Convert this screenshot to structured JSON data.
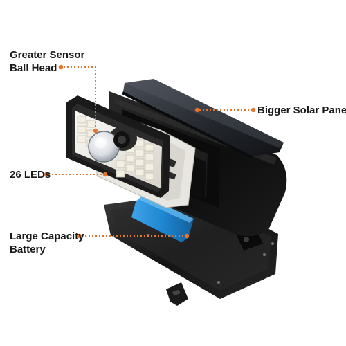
{
  "labels": {
    "sensor": {
      "line1": "Greater Sensor",
      "line2": "Ball Head"
    },
    "solar": {
      "text": "Bigger Solar Panel"
    },
    "leds": {
      "text": "26 LEDs"
    },
    "battery": {
      "line1": "Large Capacity",
      "line2": "Battery"
    }
  },
  "colors": {
    "leader": "#e8742a",
    "label_text": "#1a1a1a",
    "housing": "#161616",
    "solar_panel": "#2a2d33",
    "led_panel": "#ece9e3",
    "battery": "#1f86d1",
    "background": "#ffffff"
  }
}
